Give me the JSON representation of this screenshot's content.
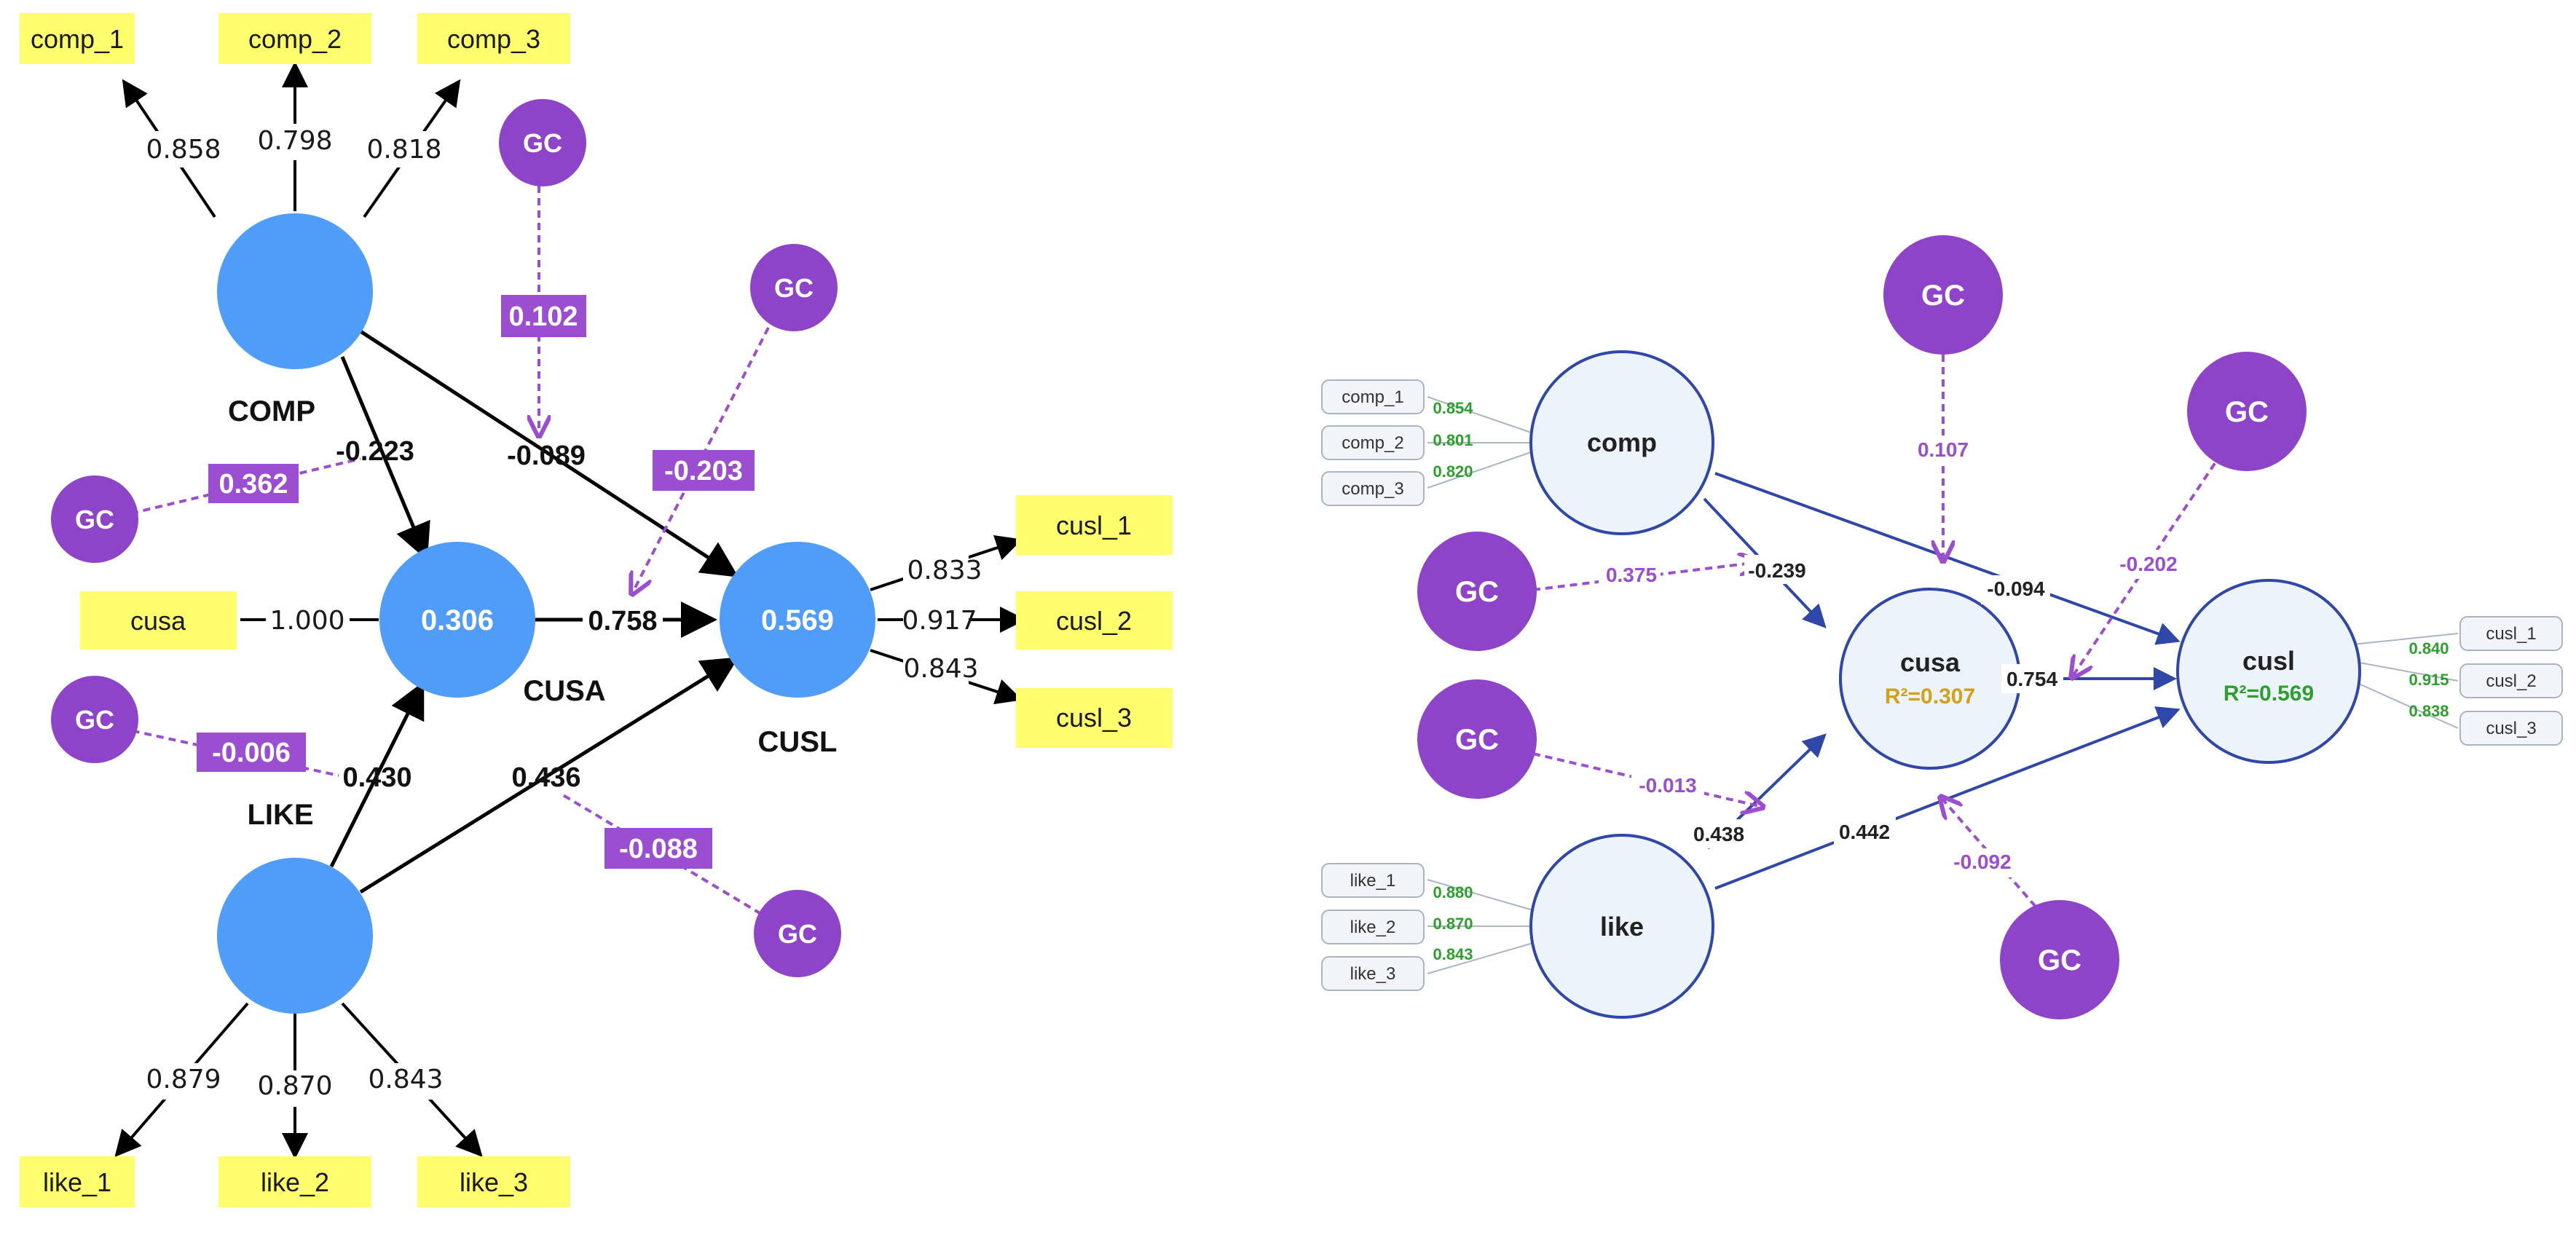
{
  "left": {
    "indicators": {
      "comp_1": "comp_1",
      "comp_2": "comp_2",
      "comp_3": "comp_3",
      "like_1": "like_1",
      "like_2": "like_2",
      "like_3": "like_3",
      "cusl_1": "cusl_1",
      "cusl_2": "cusl_2",
      "cusl_3": "cusl_3",
      "cusa": "cusa"
    },
    "loadings": {
      "comp_1": "0.858",
      "comp_2": "0.798",
      "comp_3": "0.818",
      "like_1": "0.879",
      "like_2": "0.870",
      "like_3": "0.843",
      "cusl_1": "0.833",
      "cusl_2": "0.917",
      "cusl_3": "0.843",
      "cusa": "1.000"
    },
    "latent_names": {
      "comp": "COMP",
      "cusa": "CUSA",
      "cusl": "CUSL",
      "like": "LIKE"
    },
    "r2": {
      "cusa": "0.306",
      "cusl": "0.569"
    },
    "paths": {
      "comp_cusa": "-0.223",
      "comp_cusl": "-0.089",
      "cusa_cusl": "0.758",
      "like_cusa": "0.430",
      "like_cusl": "0.436"
    },
    "moderators": {
      "label": "GC",
      "m1": "0.102",
      "m2": "-0.203",
      "m3": "0.362",
      "m4": "-0.006",
      "m5": "-0.088"
    }
  },
  "right": {
    "indicators": {
      "comp_1": "comp_1",
      "comp_2": "comp_2",
      "comp_3": "comp_3",
      "like_1": "like_1",
      "like_2": "like_2",
      "like_3": "like_3",
      "cusl_1": "cusl_1",
      "cusl_2": "cusl_2",
      "cusl_3": "cusl_3"
    },
    "loadings": {
      "comp_1": "0.854",
      "comp_2": "0.801",
      "comp_3": "0.820",
      "like_1": "0.880",
      "like_2": "0.870",
      "like_3": "0.843",
      "cusl_1": "0.840",
      "cusl_2": "0.915",
      "cusl_3": "0.838"
    },
    "latent_names": {
      "comp": "comp",
      "cusa": "cusa",
      "cusl": "cusl",
      "like": "like"
    },
    "r2": {
      "cusa": "R²=0.307",
      "cusl": "R²=0.569"
    },
    "paths": {
      "comp_cusa": "-0.239",
      "comp_cusl": "-0.094",
      "cusa_cusl": "0.754",
      "like_cusa": "0.438",
      "like_cusl": "0.442"
    },
    "moderators": {
      "label": "GC",
      "m1": "0.107",
      "m2": "-0.202",
      "m3": "0.375",
      "m4": "-0.013",
      "m5": "-0.092"
    }
  },
  "colors": {
    "latent_left": "#4f9cf9",
    "indicator_left": "#ffff6e",
    "moderator": "#8e44c8",
    "latent_right_fill": "#edf3fb",
    "latent_right_stroke": "#2f47a8",
    "right_path": "#2f47a8"
  }
}
